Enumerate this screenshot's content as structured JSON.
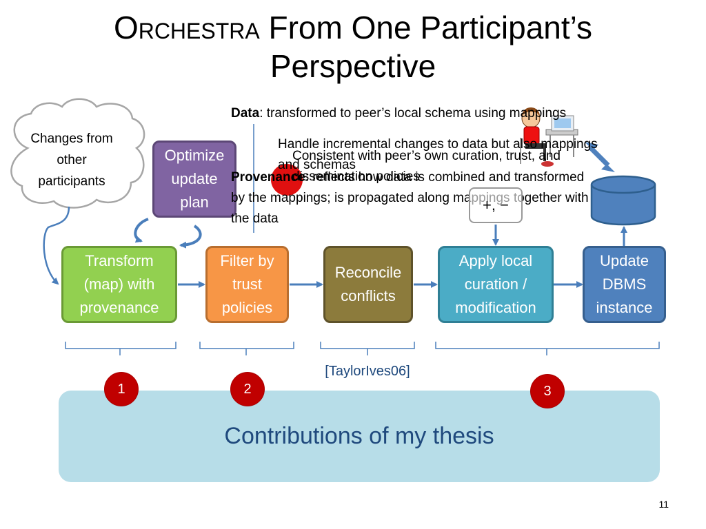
{
  "slide": {
    "title_smallcaps": "Orchestra",
    "title_line1_rest": " From One Participant’s",
    "title_line2": "Perspective",
    "cloud_text": "Changes from other participants",
    "optimize_box": "Optimize update plan",
    "data_label": "Data",
    "data_text": ": transformed to peer’s local schema using mappings",
    "handle_text": "Handle incremental changes to data but also mappings and schemas",
    "consistent_text": "Consistent with peer’s own curation, trust, and dissemination policies",
    "provenance_label": "Provenance",
    "provenance_text": ": reflects how data is combined and transformed by the mappings; is propagated along mappings together with the data",
    "plus_minus": "+, −",
    "pipeline": [
      {
        "label": "Transform (map) with provenance",
        "color": "#92d050"
      },
      {
        "label": "Filter by trust policies",
        "color": "#f79646"
      },
      {
        "label": "Reconcile conflicts",
        "color": "#8c7b3c"
      },
      {
        "label": "Apply local curation / modification",
        "color": "#4bacc6"
      },
      {
        "label": "Update DBMS instance",
        "color": "#4f81bd"
      }
    ],
    "citation": "[TaylorIves06]",
    "badges": [
      "1",
      "2",
      "3"
    ],
    "contributions": "Contributions of my thesis",
    "page_number": "11"
  }
}
